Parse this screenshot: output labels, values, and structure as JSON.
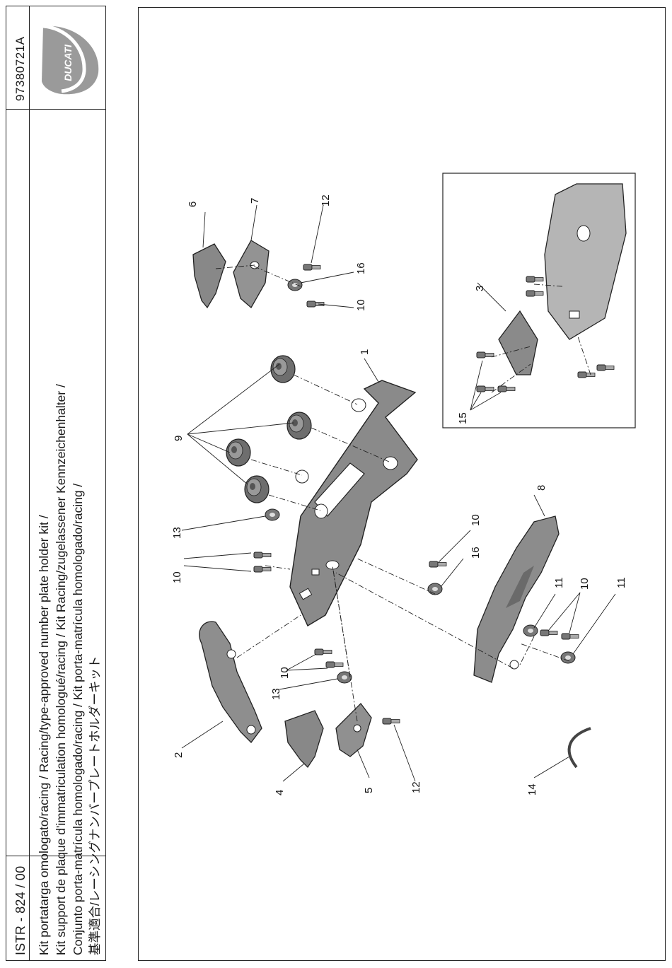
{
  "header": {
    "doc_code": "97380721A",
    "istr_code": "ISTR - 824 / 00",
    "brand": "DUCATI"
  },
  "title_lines": [
    "Kit portatarga omologato/racing / Racing/type-approved number plate holder kit /",
    "Kit support de plaque d'immatriculation homologué/racing / Kit Racing/zugelassener Kennzeichenhalter /",
    "Conjunto porta-matrícula homologado/racing / Kit porta-matrícula homologado/racing /",
    "基準適合/レーシングナンバープレートホルダーキット"
  ],
  "callouts": {
    "c1": "1",
    "c2": "2",
    "c3": "3",
    "c4": "4",
    "c5": "5",
    "c6": "6",
    "c7": "7",
    "c8": "8",
    "c9": "9",
    "c10a": "10",
    "c10b": "10",
    "c10c": "10",
    "c10d": "10",
    "c10e": "10",
    "c11a": "11",
    "c11b": "11",
    "c12a": "12",
    "c12b": "12",
    "c13a": "13",
    "c13b": "13",
    "c14": "14",
    "c15": "15",
    "c16a": "16",
    "c16b": "16"
  },
  "colors": {
    "part_fill": "#8a8a8a",
    "part_dark": "#5e5e5e",
    "part_light": "#b8b8b8",
    "line": "#222222"
  }
}
